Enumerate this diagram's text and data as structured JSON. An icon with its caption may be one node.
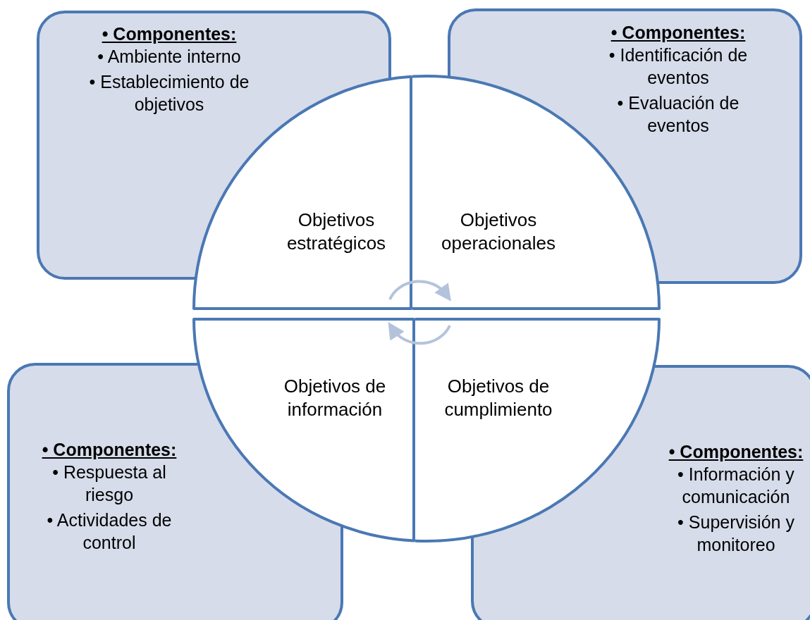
{
  "diagram": {
    "nodes": [
      {
        "text": [
          "• Componentes:",
          "• Ambiente interno",
          "• Establecimiento de objetivos"
        ]
      },
      {
        "text": [
          "• Componentes:",
          "• Identificación de eventos",
          "• Evaluación de eventos"
        ]
      },
      {
        "text": [
          "• Componentes:",
          "• Respuesta al riesgo",
          "• Actividades de control"
        ]
      },
      {
        "text": [
          "• Componentes:",
          "• Información y comunicación",
          "• Supervisión y monitoreo"
        ]
      },
      {
        "text": [
          "Objetivos estratégicos"
        ]
      },
      {
        "text": [
          "Objetivos operacionales"
        ]
      },
      {
        "text": [
          "Objetivos de información"
        ]
      },
      {
        "text": [
          "Objetivos de cumplimiento"
        ]
      }
    ],
    "edges": [
      {
        "from": 4,
        "to": 5,
        "arrow": "to",
        "color": "#b4c3dc"
      },
      {
        "from": 7,
        "to": 6,
        "arrow": "to",
        "color": "#b4c3dc"
      }
    ]
  }
}
